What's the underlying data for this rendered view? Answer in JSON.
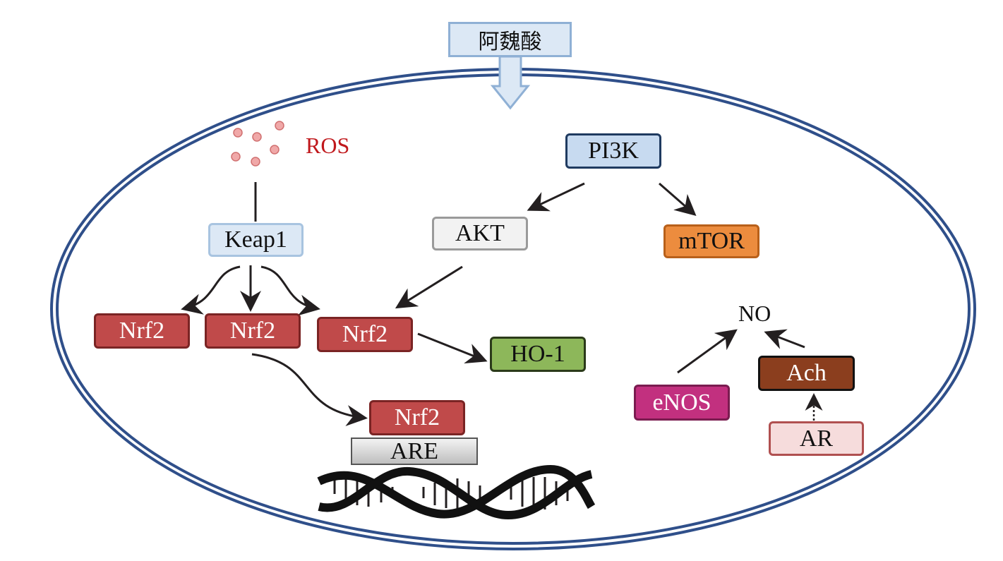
{
  "drug": {
    "label": "阿魏酸"
  },
  "ros": {
    "label": "ROS",
    "color": "#c0181c"
  },
  "nodes": {
    "keap1": "Keap1",
    "pi3k": "PI3K",
    "akt": "AKT",
    "mtor": "mTOR",
    "nrf2_a": "Nrf2",
    "nrf2_b": "Nrf2",
    "nrf2_c": "Nrf2",
    "nrf2_d": "Nrf2",
    "are": "ARE",
    "ho1": "HO-1",
    "no": "NO",
    "ach": "Ach",
    "enos": "eNOS",
    "ar": "AR"
  },
  "colors": {
    "membrane": "#2f4f8a",
    "nrf2": "#c04a4a",
    "keap1": "#dce8f5",
    "pi3k": "#c7daf0",
    "akt": "#f2f2f2",
    "mtor": "#ec8c3e",
    "ho1": "#8db75a",
    "ach": "#8b3e1e",
    "enos": "#c2307f",
    "ar": "#f6dcdc"
  }
}
